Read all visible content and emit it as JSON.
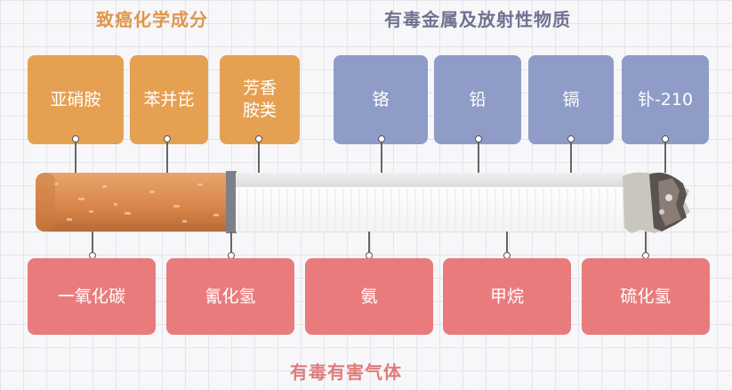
{
  "headings": {
    "carcinogens": "致癌化学成分",
    "heavy_metals": "有毒金属及放射性物质",
    "toxic_gases": "有毒有害气体"
  },
  "carcinogens": [
    "亚硝胺",
    "苯并芘",
    "芳香\n胺类"
  ],
  "heavy_metals": [
    "铬",
    "铅",
    "镉",
    "钋-210"
  ],
  "toxic_gases": [
    "一氧化碳",
    "氰化氢",
    "氨",
    "甲烷",
    "硫化氢"
  ],
  "colors": {
    "carcinogen": "#e6a052",
    "metal": "#8e9cc7",
    "gas": "#ea7b7d",
    "filter": "#d98a4a"
  }
}
